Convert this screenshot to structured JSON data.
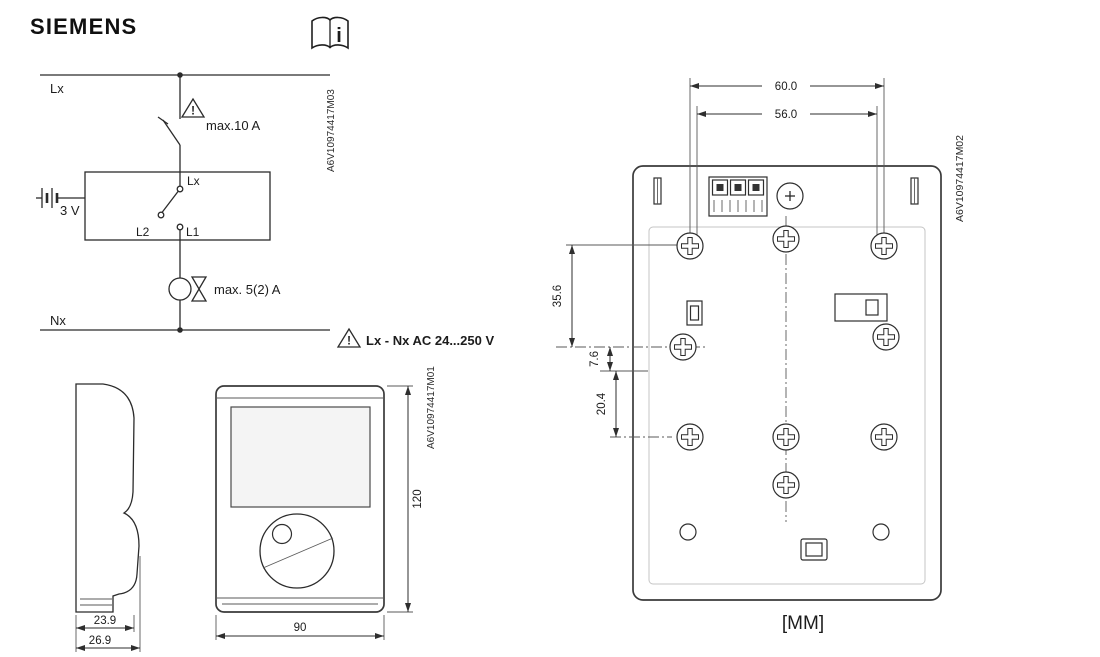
{
  "header": {
    "brand": "SIEMENS",
    "manual_glyph": "i"
  },
  "wiring": {
    "doc_id": "A6V10974417M03",
    "phase_label": "Lx",
    "neutral_label": "Nx",
    "warning_symbol": "!",
    "fuse_rating": "max.10 A",
    "battery_voltage": "3 V",
    "terminal_lx": "Lx",
    "terminal_l2": "L2",
    "terminal_l1": "L1",
    "load_rating": "max. 5(2) A",
    "voltage_range": "Lx - Nx AC 24...250 V"
  },
  "device": {
    "doc_id": "A6V10974417M01",
    "depth_body": "23.9",
    "depth_total": "26.9",
    "width": "90",
    "height": "120"
  },
  "plate": {
    "doc_id": "A6V10974417M02",
    "hole_span_outer": "60.0",
    "hole_span_inner": "56.0",
    "offset_top": "35.6",
    "offset_mid": "7.6",
    "offset_bottom": "20.4",
    "units": "[MM]"
  }
}
